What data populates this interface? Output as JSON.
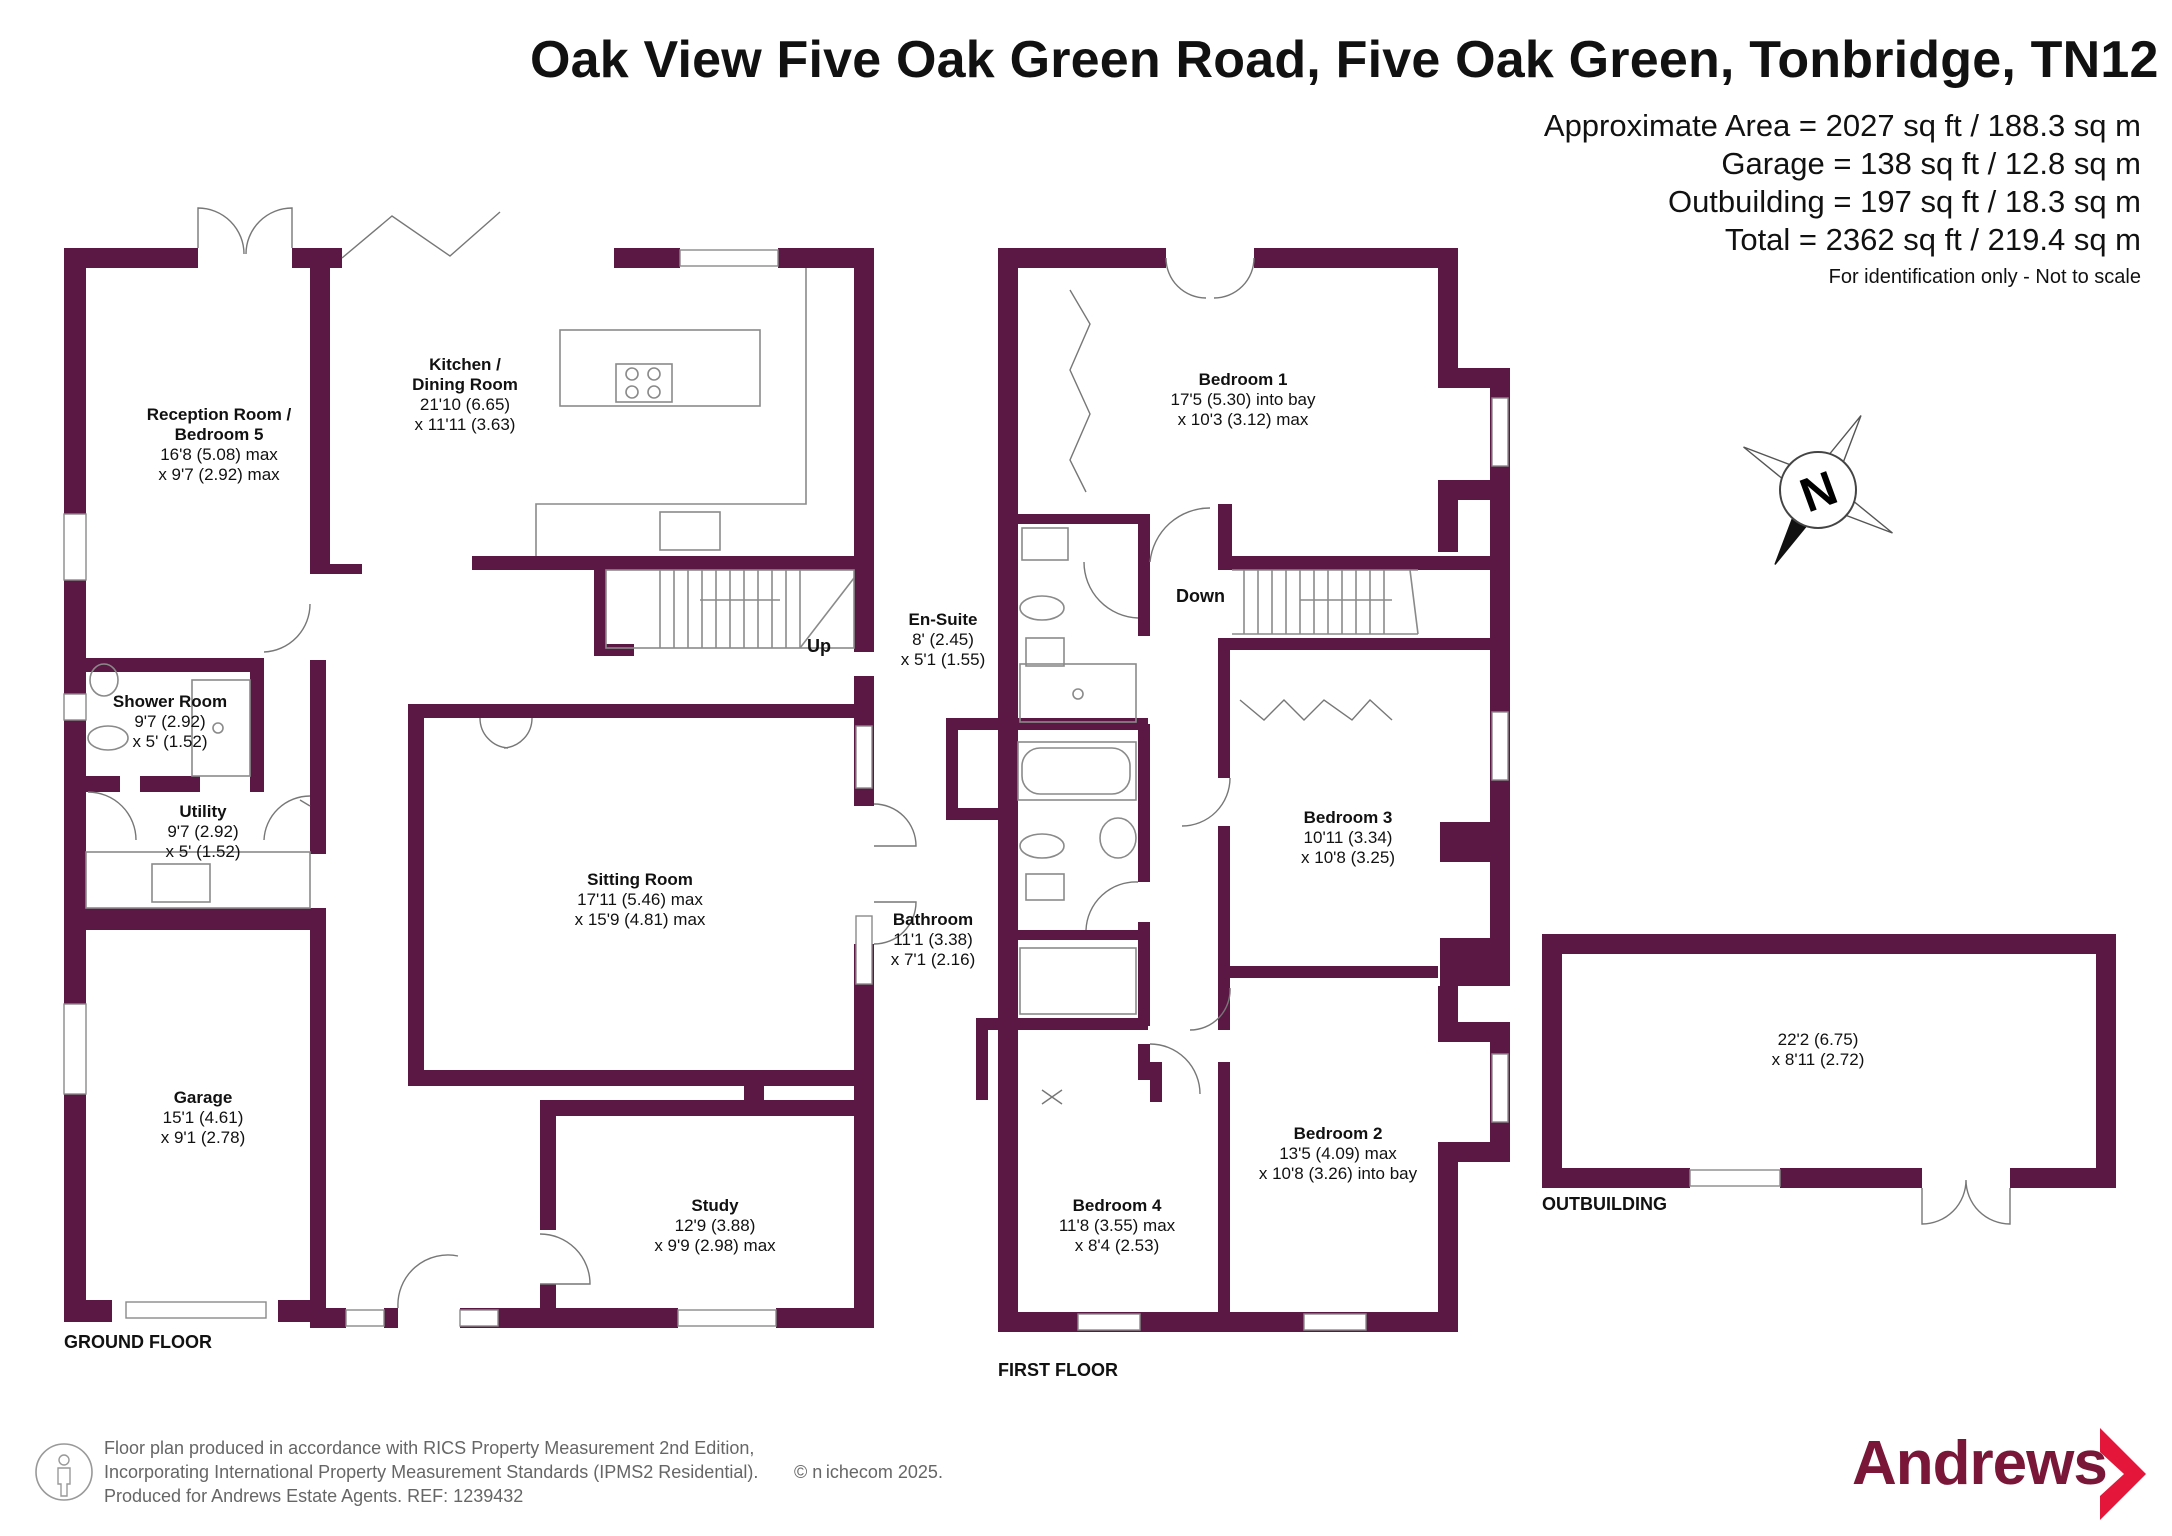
{
  "header": {
    "title": "Oak View Five Oak Green Road, Five Oak Green, Tonbridge, TN12",
    "areas": [
      "Approximate Area = 2027 sq ft / 188.3 sq m",
      "Garage = 138 sq ft / 12.8 sq m",
      "Outbuilding = 197 sq ft / 18.3 sq m",
      "Total = 2362 sq ft / 219.4 sq m"
    ],
    "note": "For identification only - Not to scale"
  },
  "colors": {
    "wall": "#5c1844",
    "fixture": "#8a8a8a",
    "brand": "#7a1638"
  },
  "compass": {
    "letter": "N"
  },
  "rooms": [
    {
      "id": "reception",
      "name": "Reception Room /",
      "name2": "Bedroom 5",
      "dims": [
        "16'8 (5.08) max",
        "x 9'7 (2.92) max"
      ]
    },
    {
      "id": "kitchen",
      "name": "Kitchen /",
      "name2": "Dining Room",
      "dims": [
        "21'10 (6.65)",
        "x 11'11 (3.63)"
      ]
    },
    {
      "id": "shower",
      "name": "Shower Room",
      "name2": "",
      "dims": [
        "9'7 (2.92)",
        "x 5' (1.52)"
      ]
    },
    {
      "id": "utility",
      "name": "Utility",
      "name2": "",
      "dims": [
        "9'7 (2.92)",
        "x 5' (1.52)"
      ]
    },
    {
      "id": "sitting",
      "name": "Sitting Room",
      "name2": "",
      "dims": [
        "17'11 (5.46) max",
        "x 15'9 (4.81) max"
      ]
    },
    {
      "id": "garage",
      "name": "Garage",
      "name2": "",
      "dims": [
        "15'1 (4.61)",
        "x 9'1 (2.78)"
      ]
    },
    {
      "id": "study",
      "name": "Study",
      "name2": "",
      "dims": [
        "12'9 (3.88)",
        "x 9'9 (2.98) max"
      ]
    },
    {
      "id": "bedroom1",
      "name": "Bedroom 1",
      "name2": "",
      "dims": [
        "17'5 (5.30) into bay",
        "x 10'3 (3.12) max"
      ]
    },
    {
      "id": "ensuite",
      "name": "En-Suite",
      "name2": "",
      "dims": [
        "8' (2.45)",
        "x 5'1 (1.55)"
      ]
    },
    {
      "id": "bedroom3",
      "name": "Bedroom 3",
      "name2": "",
      "dims": [
        "10'11 (3.34)",
        "x 10'8 (3.25)"
      ]
    },
    {
      "id": "bathroom",
      "name": "Bathroom",
      "name2": "",
      "dims": [
        "11'1 (3.38)",
        "x 7'1 (2.16)"
      ]
    },
    {
      "id": "bedroom2",
      "name": "Bedroom 2",
      "name2": "",
      "dims": [
        "13'5 (4.09) max",
        "x 10'8 (3.26) into bay"
      ]
    },
    {
      "id": "bedroom4",
      "name": "Bedroom 4",
      "name2": "",
      "dims": [
        "11'8 (3.55) max",
        "x 8'4 (2.53)"
      ]
    },
    {
      "id": "outbuilding",
      "name": "",
      "name2": "",
      "dims": [
        "22'2 (6.75)",
        "x 8'11 (2.72)"
      ]
    }
  ],
  "labels": {
    "up": "Up",
    "down": "Down"
  },
  "floors": {
    "ground": "GROUND FLOOR",
    "first": "FIRST FLOOR",
    "outbuilding": "OUTBUILDING"
  },
  "footer": {
    "lines": [
      "Floor plan produced in accordance with RICS Property Measurement 2nd Edition,",
      "Incorporating International Property Measurement Standards (IPMS2 Residential).",
      "Produced for Andrews Estate Agents.   REF: 1239432"
    ],
    "copyright": "© n ichecom 2025."
  },
  "brand": {
    "name": "Andrews"
  }
}
